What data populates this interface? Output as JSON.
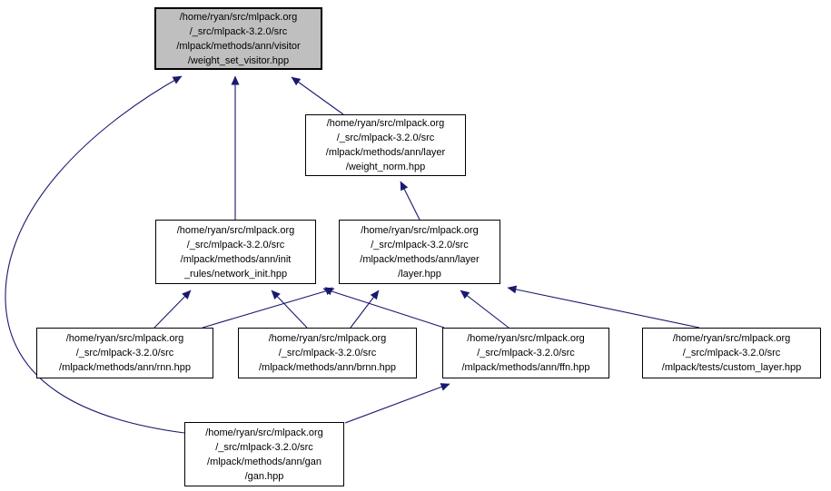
{
  "diagram": {
    "kind": "include-dependency-graph",
    "highlighted_node": "weight_set_visitor",
    "colors": {
      "edge": "#191970",
      "highlight_fill": "#bfbfbf",
      "node_fill": "#ffffff",
      "node_border": "#000000"
    },
    "nodes": [
      {
        "id": "weight_set_visitor",
        "highlighted": true,
        "lines": [
          "/home/ryan/src/mlpack.org",
          "/_src/mlpack-3.2.0/src",
          "/mlpack/methods/ann/visitor",
          "/weight_set_visitor.hpp"
        ]
      },
      {
        "id": "weight_norm",
        "highlighted": false,
        "lines": [
          "/home/ryan/src/mlpack.org",
          "/_src/mlpack-3.2.0/src",
          "/mlpack/methods/ann/layer",
          "/weight_norm.hpp"
        ]
      },
      {
        "id": "network_init",
        "highlighted": false,
        "lines": [
          "/home/ryan/src/mlpack.org",
          "/_src/mlpack-3.2.0/src",
          "/mlpack/methods/ann/init",
          "_rules/network_init.hpp"
        ]
      },
      {
        "id": "layer",
        "highlighted": false,
        "lines": [
          "/home/ryan/src/mlpack.org",
          "/_src/mlpack-3.2.0/src",
          "/mlpack/methods/ann/layer",
          "/layer.hpp"
        ]
      },
      {
        "id": "rnn",
        "highlighted": false,
        "lines": [
          "/home/ryan/src/mlpack.org",
          "/_src/mlpack-3.2.0/src",
          "/mlpack/methods/ann/rnn.hpp"
        ]
      },
      {
        "id": "brnn",
        "highlighted": false,
        "lines": [
          "/home/ryan/src/mlpack.org",
          "/_src/mlpack-3.2.0/src",
          "/mlpack/methods/ann/brnn.hpp"
        ]
      },
      {
        "id": "ffn",
        "highlighted": false,
        "lines": [
          "/home/ryan/src/mlpack.org",
          "/_src/mlpack-3.2.0/src",
          "/mlpack/methods/ann/ffn.hpp"
        ]
      },
      {
        "id": "custom_layer",
        "highlighted": false,
        "lines": [
          "/home/ryan/src/mlpack.org",
          "/_src/mlpack-3.2.0/src",
          "/mlpack/tests/custom_layer.hpp"
        ]
      },
      {
        "id": "gan",
        "highlighted": false,
        "lines": [
          "/home/ryan/src/mlpack.org",
          "/_src/mlpack-3.2.0/src",
          "/mlpack/methods/ann/gan",
          "/gan.hpp"
        ]
      }
    ],
    "edges": [
      {
        "from": "network_init",
        "to": "weight_set_visitor"
      },
      {
        "from": "weight_norm",
        "to": "weight_set_visitor"
      },
      {
        "from": "gan",
        "to": "weight_set_visitor"
      },
      {
        "from": "layer",
        "to": "weight_norm"
      },
      {
        "from": "rnn",
        "to": "network_init"
      },
      {
        "from": "brnn",
        "to": "network_init"
      },
      {
        "from": "ffn",
        "to": "network_init"
      },
      {
        "from": "rnn",
        "to": "layer"
      },
      {
        "from": "brnn",
        "to": "layer"
      },
      {
        "from": "ffn",
        "to": "layer"
      },
      {
        "from": "custom_layer",
        "to": "layer"
      },
      {
        "from": "gan",
        "to": "ffn"
      }
    ]
  }
}
